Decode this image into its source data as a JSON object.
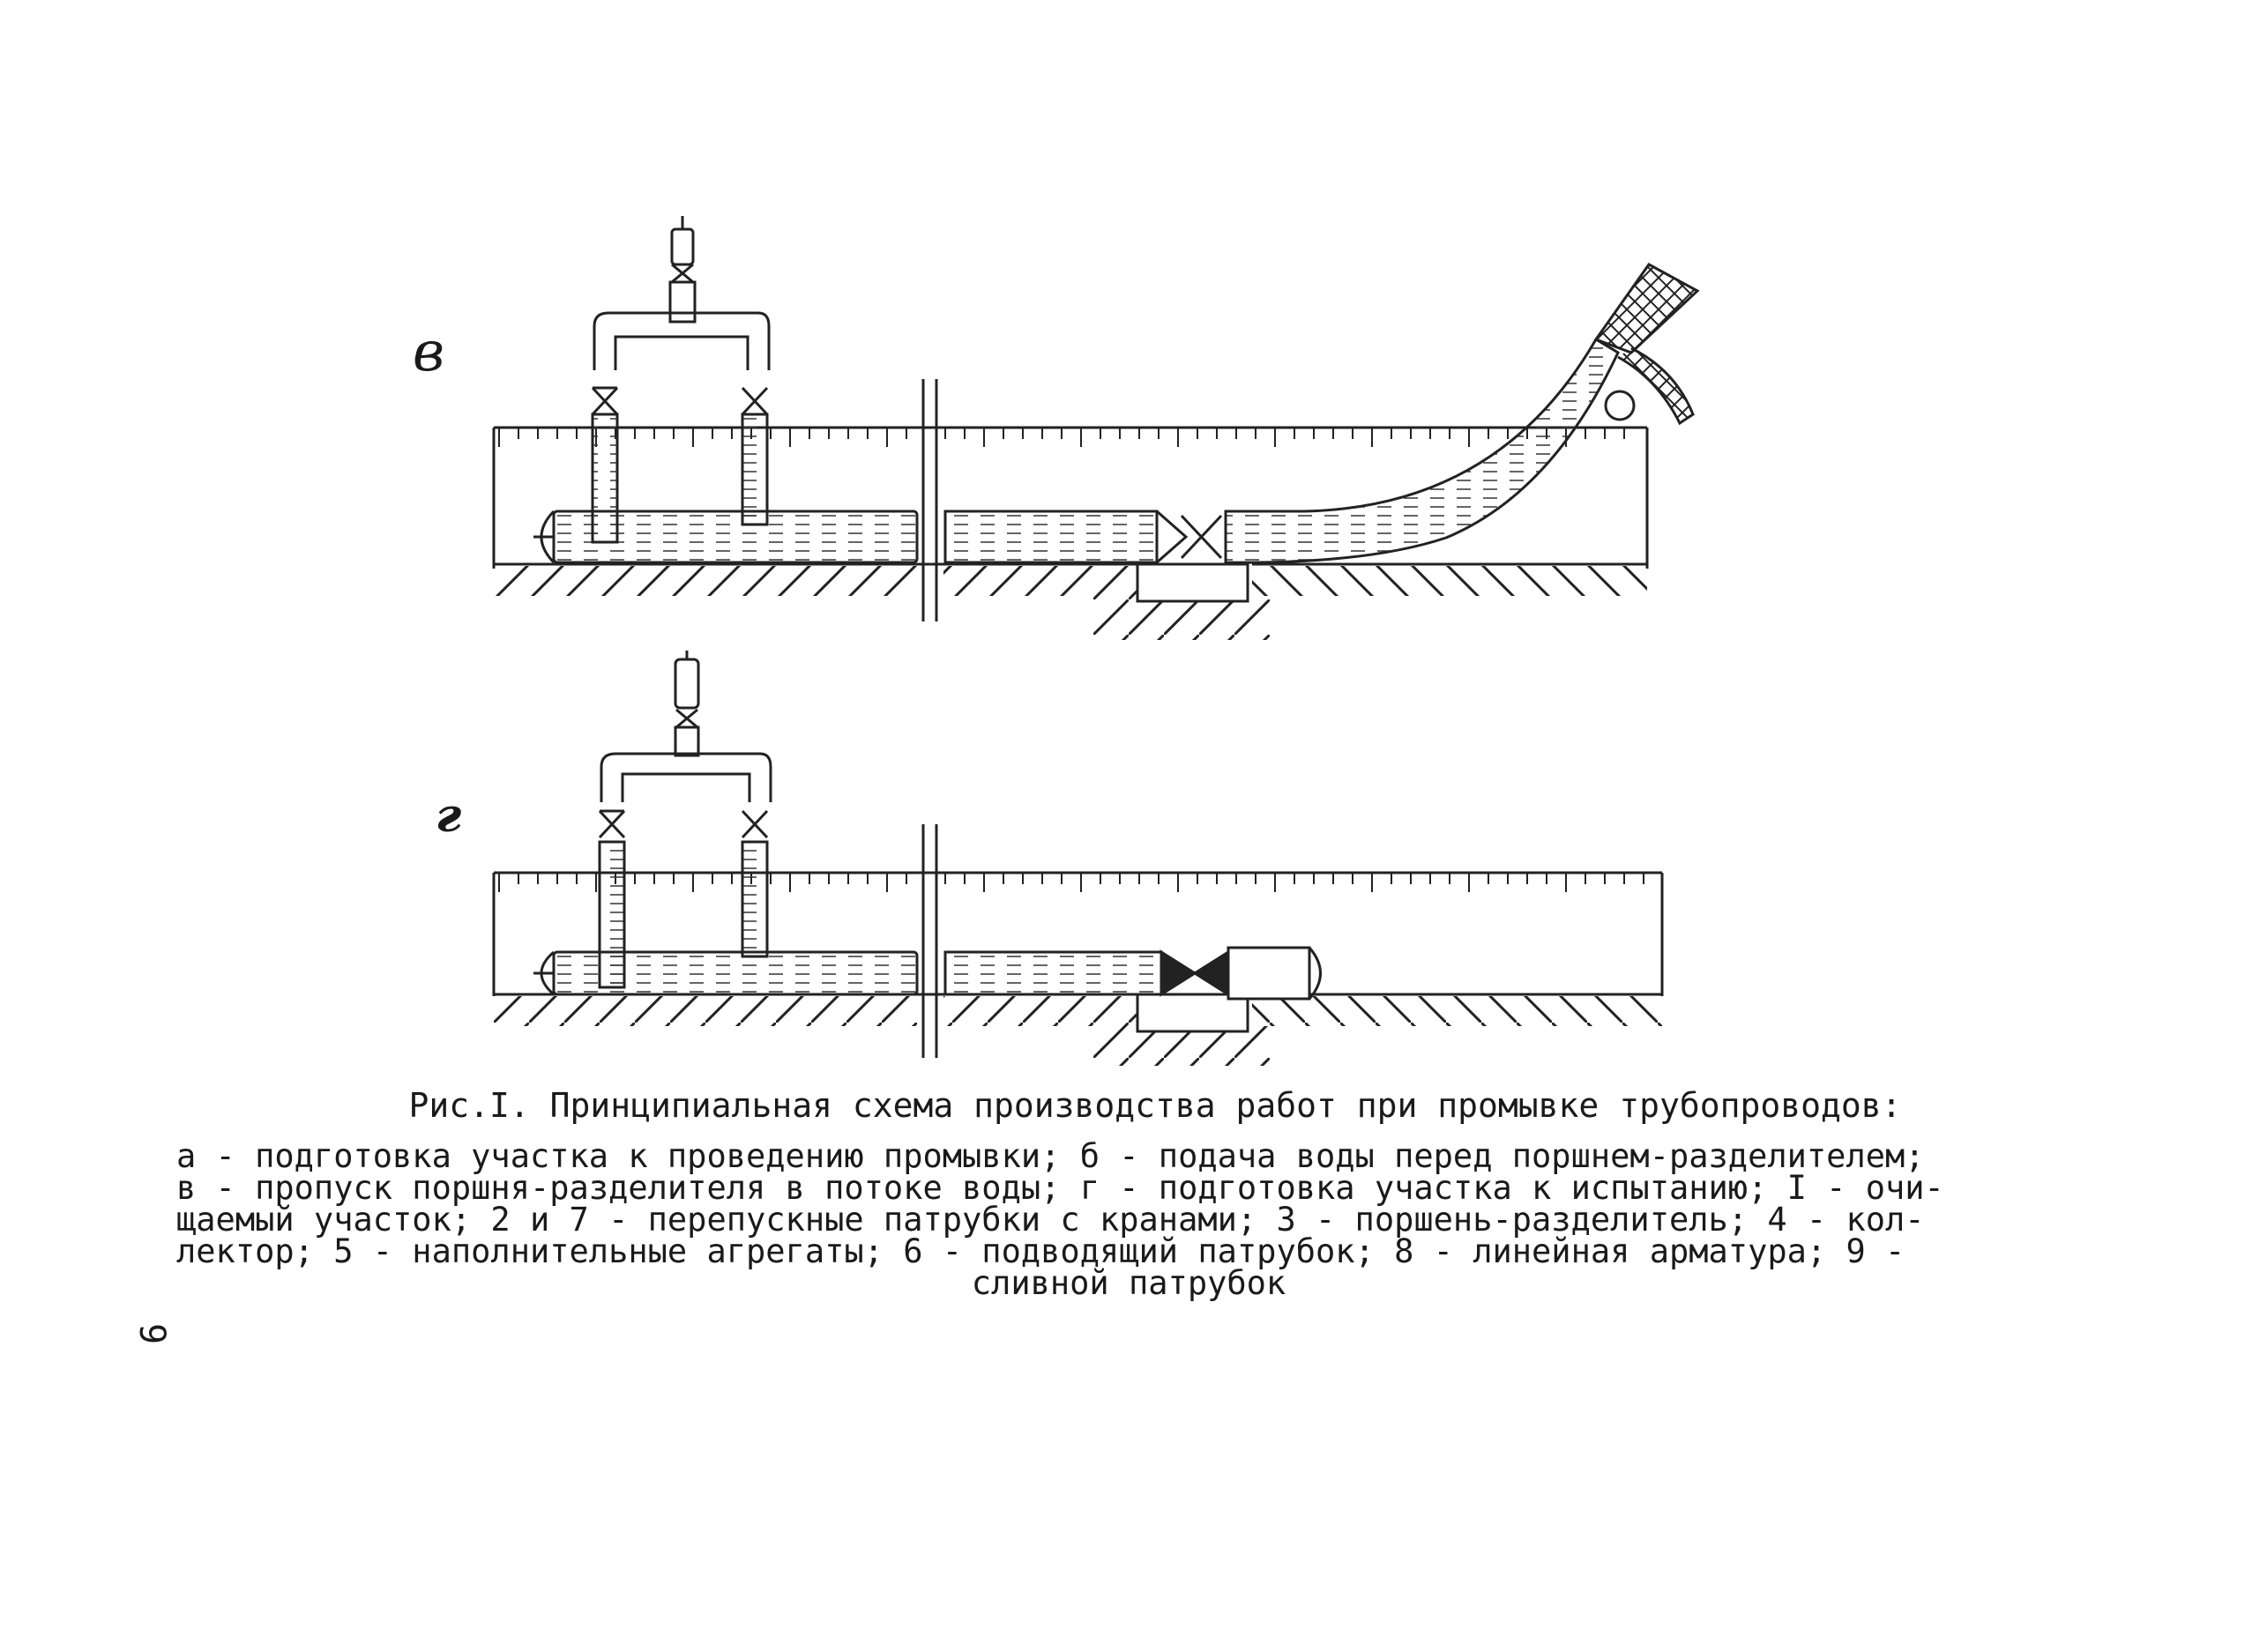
{
  "panels": [
    {
      "letter": "в"
    },
    {
      "letter": "г"
    }
  ],
  "caption": {
    "title": "Рис.I. Принципиальная схема производства работ при промывке трубопроводов:",
    "lines": [
      "а - подготовка участка к проведению промывки; б - подача воды перед поршнем-разделителем;",
      "в - пропуск поршня-разделителя в потоке воды; г - подготовка участка к испытанию; I - очи-",
      "щаемый участок; 2 и 7 - перепускные патрубки с кранами; 3 - поршень-разделитель; 4 - кол-",
      "лектор; 5 - наполнительные агрегаты; 6 - подводящий патрубок; 8 - линейная арматура; 9 -",
      "сливной патрубок"
    ]
  },
  "page_number": "9"
}
